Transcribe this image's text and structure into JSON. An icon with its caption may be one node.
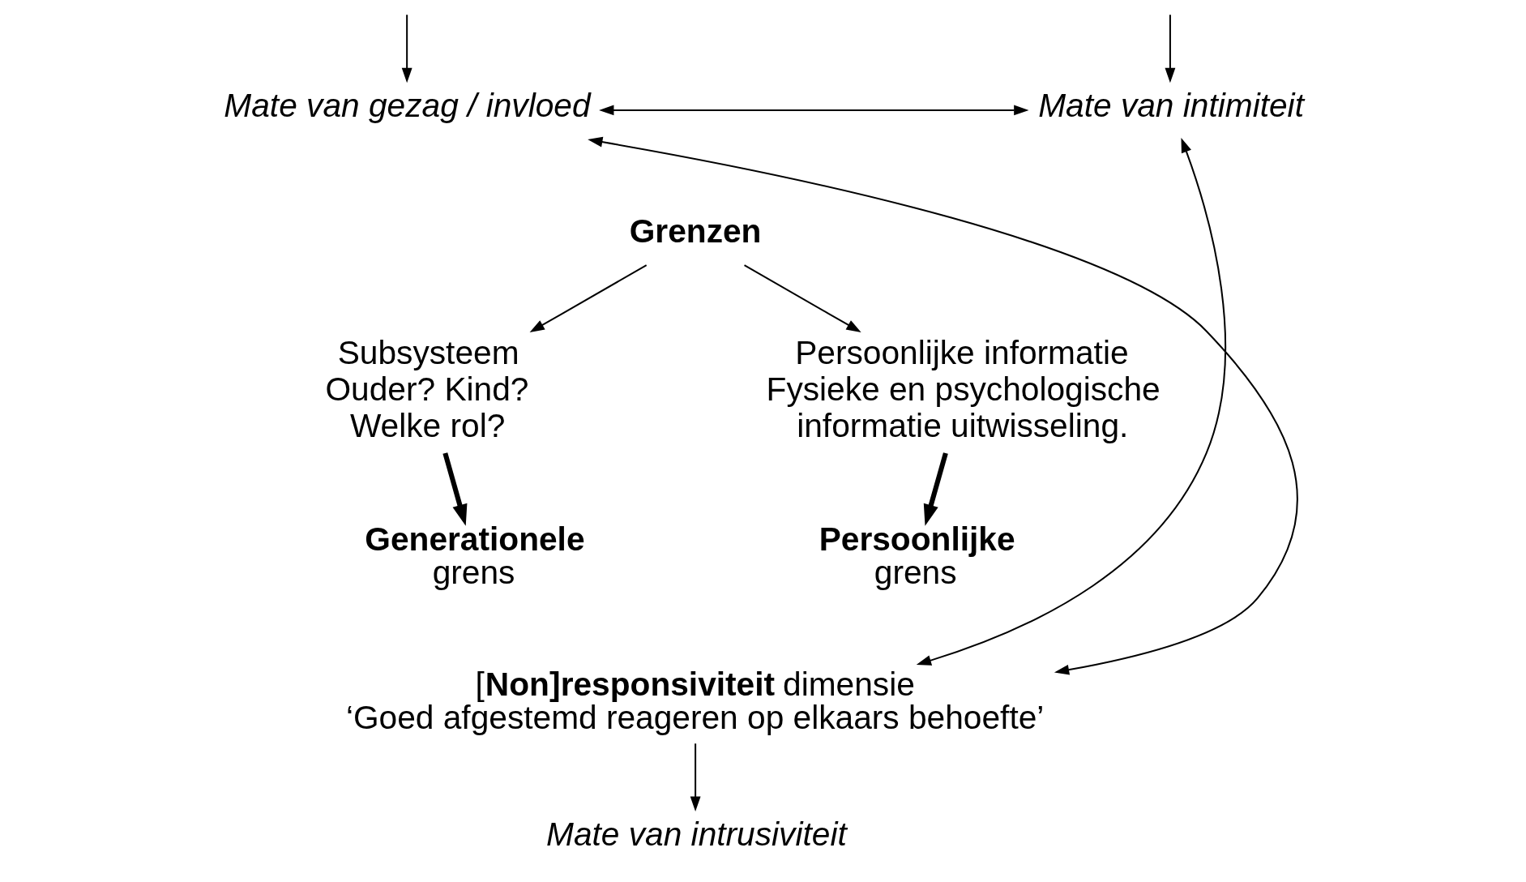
{
  "diagram": {
    "nodes": [
      {
        "text": [
          "Mate van gezag / invloed"
        ]
      },
      {
        "text": [
          "Mate van intimiteit"
        ]
      },
      {
        "text": [
          "Grenzen"
        ]
      },
      {
        "text": [
          "Subsysteem Ouder? Kind? Welke rol?"
        ]
      },
      {
        "text": [
          "Persoonlijke informatie Fysieke en psychologische informatie uitwisseling."
        ]
      },
      {
        "text": [
          "Generationele",
          "grens"
        ]
      },
      {
        "text": [
          "Persoonlijke",
          "grens"
        ]
      },
      {
        "text": [
          "[**Non**]**responsiviteit** dimensie",
          "‘Goed afgestemd reageren op elkaars behoefte’"
        ]
      },
      {
        "text": [
          "Mate van intrusiviteit"
        ]
      }
    ],
    "edges": [
      {
        "from": null,
        "to": 0,
        "arrow": "to"
      },
      {
        "from": null,
        "to": 1,
        "arrow": "to"
      },
      {
        "from": 0,
        "to": 1,
        "arrow": "both"
      },
      {
        "from": 2,
        "to": 3,
        "arrow": "to"
      },
      {
        "from": 2,
        "to": 4,
        "arrow": "to"
      },
      {
        "from": 3,
        "to": 5,
        "arrow": "to",
        "style": "thick"
      },
      {
        "from": 4,
        "to": 6,
        "arrow": "to",
        "style": "thick"
      },
      {
        "from": 0,
        "to": 7,
        "arrow": "both"
      },
      {
        "from": 1,
        "to": 7,
        "arrow": "both"
      },
      {
        "from": 7,
        "to": 8,
        "arrow": "to"
      }
    ]
  }
}
